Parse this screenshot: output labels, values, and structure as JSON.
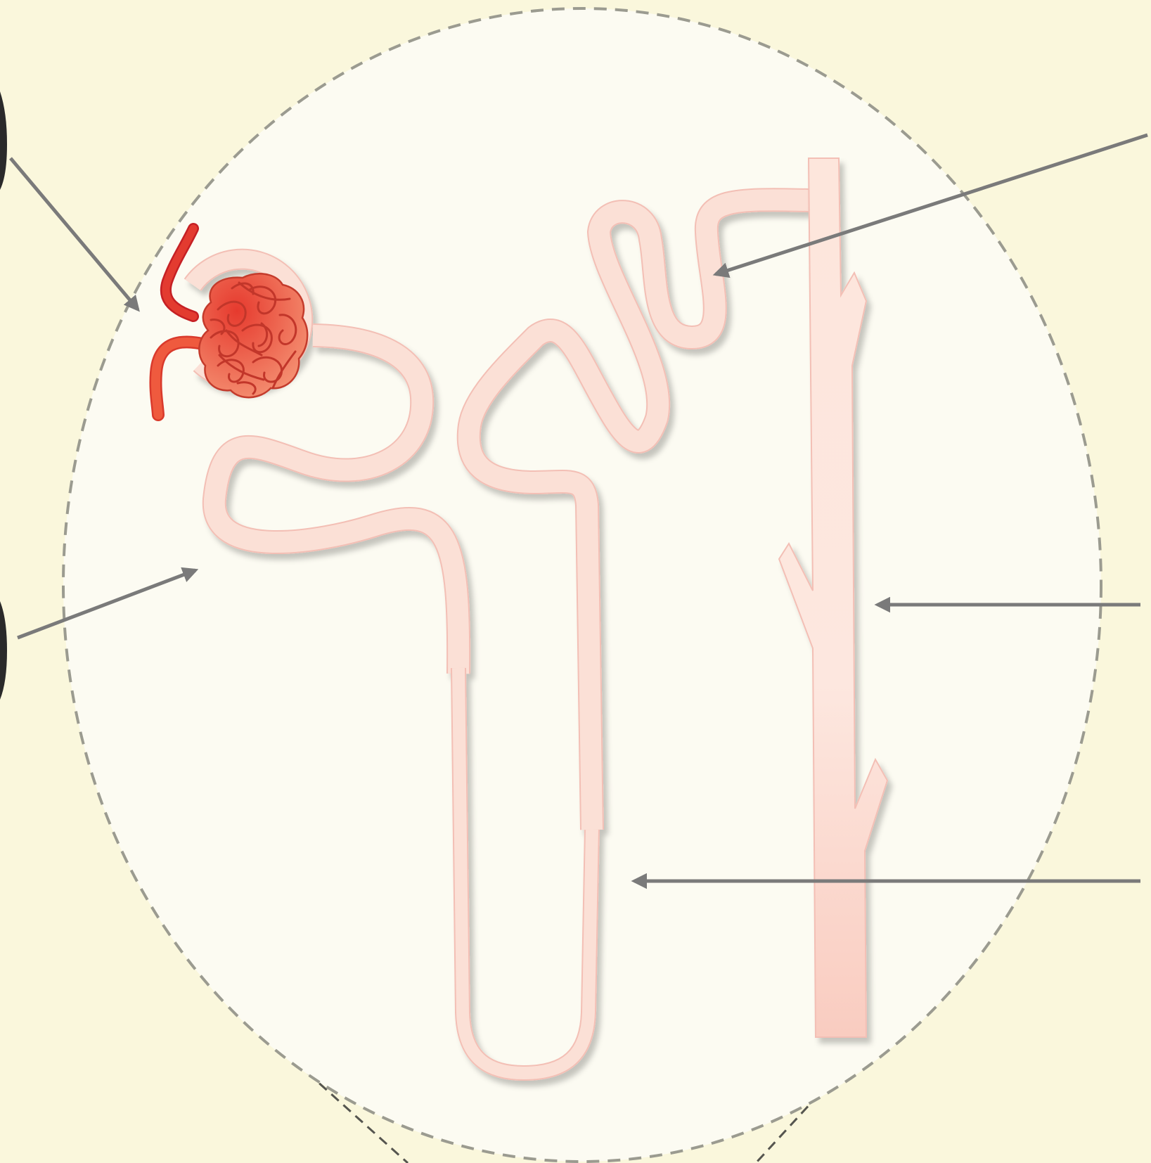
{
  "diagram": {
    "colors": {
      "background": "#faf7dc",
      "field": "#fcfbf2",
      "dashed_outline": "#9b9b90",
      "tubule_fill": "#fbe0d6",
      "tubule_stroke": "#f3bfb5",
      "vessel": "#e33b30",
      "glomerulus_fill": "#ef6a4f",
      "pointer": "#7a7a7a"
    },
    "parts": [
      {
        "id": "glomerulus",
        "icon": "glomerulus-capillary-tuft"
      },
      {
        "id": "bowmans-capsule",
        "icon": "cup-shaped-capsule"
      },
      {
        "id": "proximal-tubule",
        "icon": "convoluted-tubule"
      },
      {
        "id": "loop-of-henle",
        "icon": "u-shaped-loop"
      },
      {
        "id": "distal-tubule",
        "icon": "convoluted-tubule"
      },
      {
        "id": "collecting-duct",
        "icon": "branched-duct"
      }
    ],
    "pointers": [
      {
        "id": "pointer-bowmans-capsule",
        "label": ""
      },
      {
        "id": "pointer-proximal-tubule",
        "label": ""
      },
      {
        "id": "pointer-distal-tubule",
        "label": ""
      },
      {
        "id": "pointer-collecting-duct",
        "label": ""
      },
      {
        "id": "pointer-loop-of-henle",
        "label": ""
      }
    ]
  }
}
